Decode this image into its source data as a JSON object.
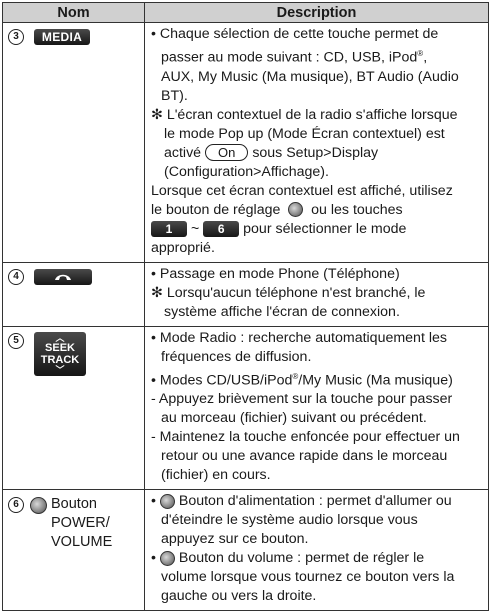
{
  "header": {
    "col_name": "Nom",
    "col_desc": "Description"
  },
  "rows": [
    {
      "num": "3",
      "button": "MEDIA",
      "lines": {
        "b1": "• Chaque sélection de cette touche permet de",
        "b1a": "passer au mode suivant : CD, USB, iPod",
        "b1reg": "®",
        "b1b": ",",
        "b1c": "AUX, My Music (Ma musique), BT Audio (Audio",
        "b1d": "BT).",
        "n1": "✻ L'écran contextuel de la radio s'affiche lorsque",
        "n1a": "le mode Pop up (Mode Écran contextuel) est",
        "n1b": "activé",
        "on_button": "On",
        "n1c": "sous Setup>Display",
        "n1d": "(Configuration>Affichage).",
        "p1": "Lorsque cet écran contextuel est affiché, utilisez",
        "p1a": "le bouton de réglage",
        "p1b": "ou les touches",
        "key_1": "1",
        "tilde": "~",
        "key_6": "6",
        "p1c": "pour sélectionner le mode",
        "p1d": "approprié."
      }
    },
    {
      "num": "4",
      "lines": {
        "b1": "• Passage en mode Phone (Téléphone)",
        "n1": "✻ Lorsqu'aucun téléphone n'est branché, le",
        "n1a": "système affiche l'écran de connexion."
      }
    },
    {
      "num": "5",
      "seek": "SEEK",
      "track": "TRACK",
      "lines": {
        "b1": "• Mode Radio : recherche automatiquement les",
        "b1a": "fréquences de diffusion.",
        "b2": "• Modes CD/USB/iPod",
        "b2reg": "®",
        "b2b": "/My Music (Ma musique)",
        "d1": "- Appuyez brièvement sur la touche pour passer",
        "d1a": "au morceau (fichier) suivant ou précédent.",
        "d2": "- Maintenez la touche enfoncée pour effectuer un",
        "d2a": "retour ou une avance rapide dans le morceau",
        "d2b": "(fichier) en cours."
      }
    },
    {
      "num": "6",
      "label_1": "Bouton",
      "label_2": "POWER/",
      "label_3": "VOLUME",
      "lines": {
        "b1": "Bouton d'alimentation : permet d'allumer ou",
        "b1a": "d'éteindre le système audio lorsque vous",
        "b1b": "appuyez sur ce bouton.",
        "b2": "Bouton du volume : permet de régler le",
        "b2a": "volume lorsque vous tournez ce bouton vers la",
        "b2b": "gauche ou vers la droite."
      }
    }
  ]
}
